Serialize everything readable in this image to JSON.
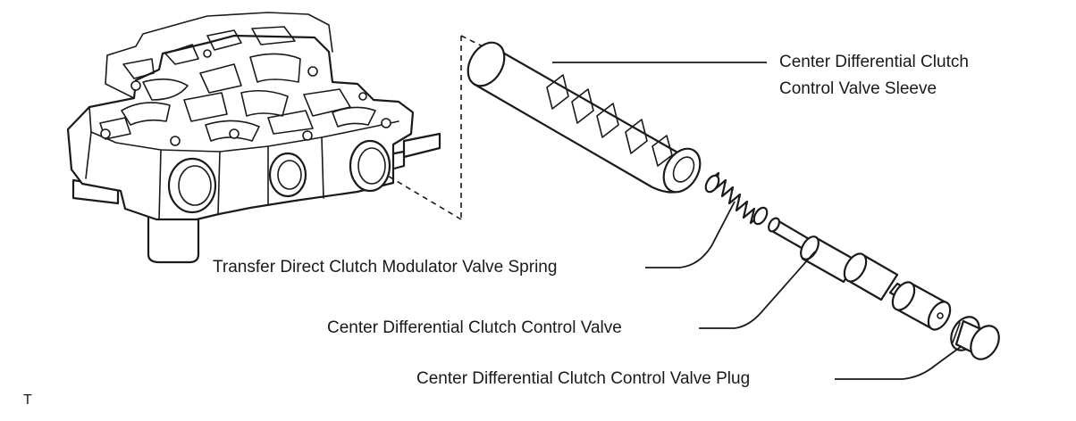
{
  "labels": {
    "sleeve_line1": "Center Differential Clutch",
    "sleeve_line2": "Control Valve Sleeve",
    "spring": "Transfer Direct Clutch Modulator Valve Spring",
    "valve": "Center Differential Clutch Control Valve",
    "plug": "Center Differential Clutch Control Valve Plug"
  },
  "corner_mark": "T"
}
